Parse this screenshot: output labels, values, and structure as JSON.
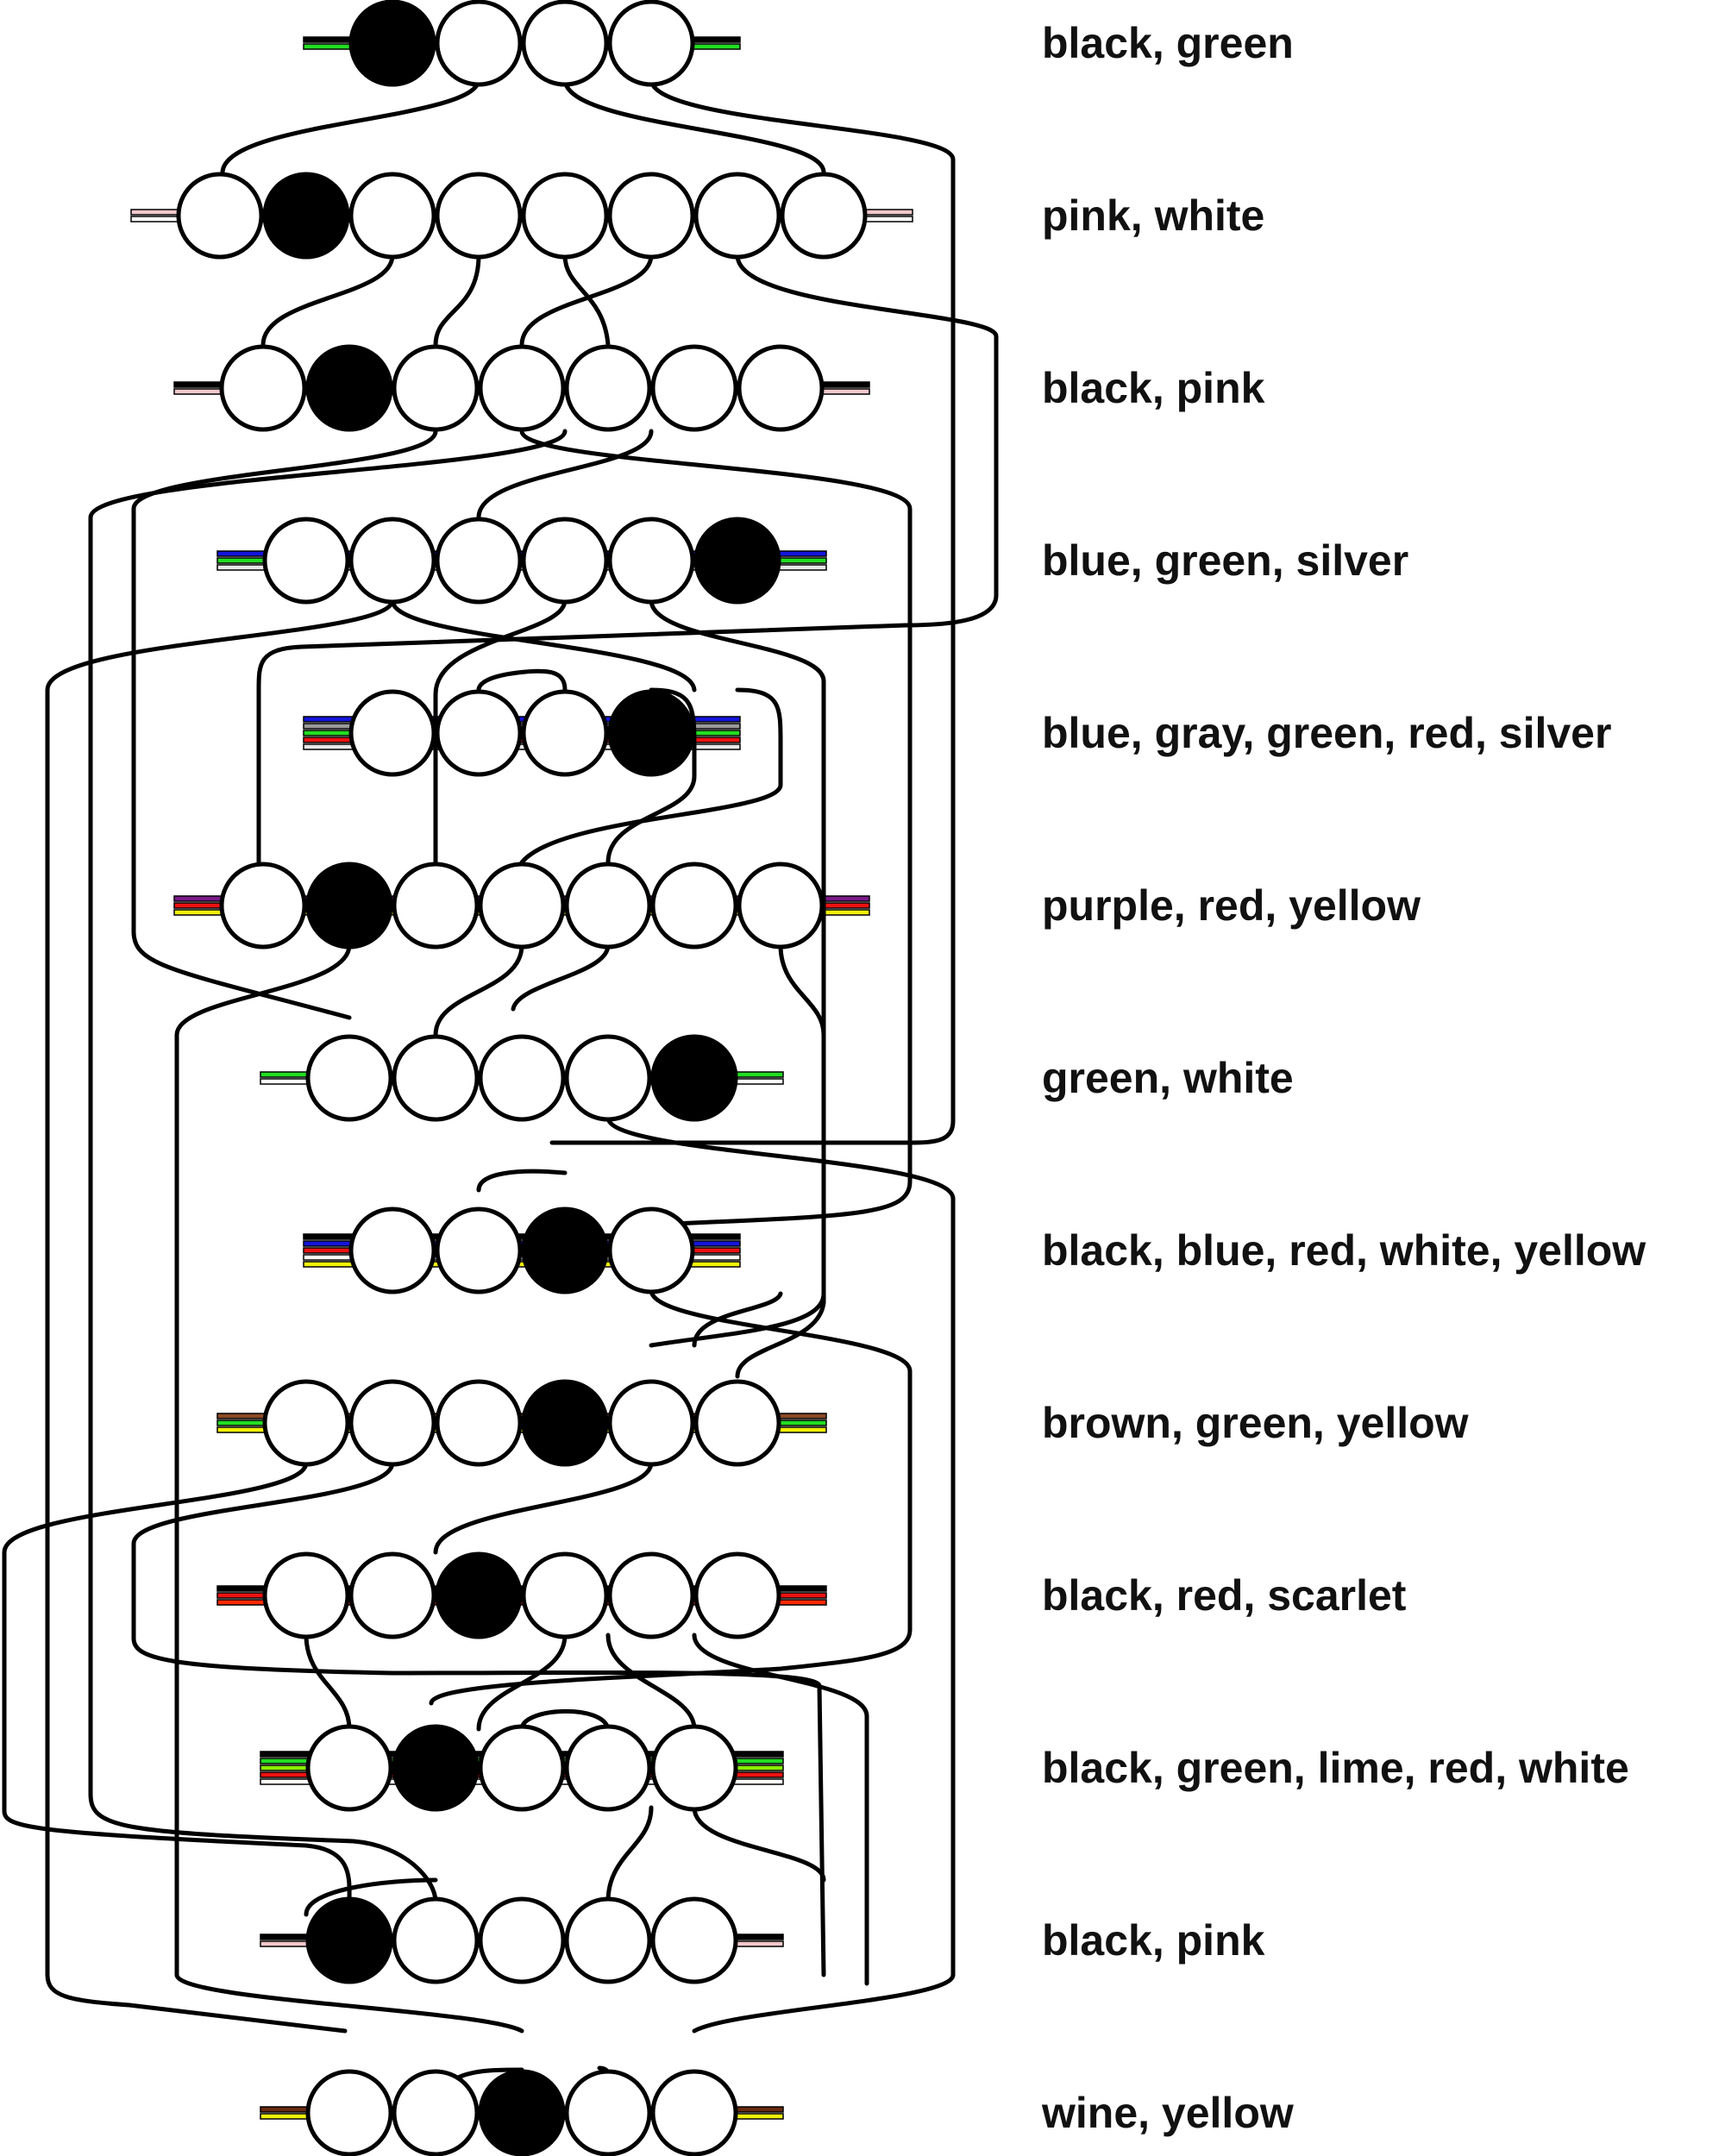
{
  "colors": {
    "black": "#000000",
    "green": "#22dd22",
    "pink": "#f2c8cc",
    "white": "#ffffff",
    "blue": "#1515dd",
    "silver": "#e8e8e8",
    "gray": "#9a9a9a",
    "red": "#ee1111",
    "purple": "#7a1a8a",
    "yellow": "#f2f20a",
    "brown": "#8b4a25",
    "scarlet": "#ff2a00",
    "lime": "#88ee00",
    "wine": "#6a2a10"
  },
  "rows": [
    {
      "label": "black, green",
      "bead_count": 4,
      "filled_bead": 1,
      "start_bead": 1,
      "wires": [
        "black",
        "green"
      ]
    },
    {
      "label": "pink, white",
      "bead_count": 8,
      "filled_bead": 2,
      "start_bead": 1,
      "wires": [
        "pink",
        "white"
      ]
    },
    {
      "label": "black, pink",
      "bead_count": 7,
      "filled_bead": 2,
      "start_bead": 1,
      "wires": [
        "black",
        "pink"
      ]
    },
    {
      "label": "blue, green, silver",
      "bead_count": 6,
      "filled_bead": 6,
      "start_bead": 1,
      "wires": [
        "blue",
        "green",
        "silver"
      ]
    },
    {
      "label": "blue, gray, green, red, silver",
      "bead_count": 4,
      "filled_bead": 4,
      "start_bead": 1,
      "wires": [
        "blue",
        "gray",
        "green",
        "red",
        "silver"
      ]
    },
    {
      "label": "purple, red, yellow",
      "bead_count": 7,
      "filled_bead": 2,
      "start_bead": 1,
      "wires": [
        "purple",
        "red",
        "yellow"
      ]
    },
    {
      "label": "green, white",
      "bead_count": 5,
      "filled_bead": 5,
      "start_bead": 1,
      "wires": [
        "green",
        "white"
      ]
    },
    {
      "label": "black, blue, red, white, yellow",
      "bead_count": 4,
      "filled_bead": 3,
      "start_bead": 1,
      "wires": [
        "black",
        "blue",
        "red",
        "white",
        "yellow"
      ]
    },
    {
      "label": "brown, green, yellow",
      "bead_count": 6,
      "filled_bead": 4,
      "start_bead": 1,
      "wires": [
        "brown",
        "green",
        "yellow"
      ]
    },
    {
      "label": "black, red, scarlet",
      "bead_count": 6,
      "filled_bead": 3,
      "start_bead": 1,
      "wires": [
        "black",
        "red",
        "scarlet"
      ]
    },
    {
      "label": "black, green, lime, red, white",
      "bead_count": 5,
      "filled_bead": 2,
      "start_bead": 1,
      "wires": [
        "black",
        "green",
        "lime",
        "red",
        "white"
      ]
    },
    {
      "label": "black, pink",
      "bead_count": 5,
      "filled_bead": 1,
      "start_bead": 1,
      "wires": [
        "black",
        "pink"
      ]
    },
    {
      "label": "wine, yellow",
      "bead_count": 5,
      "filled_bead": 3,
      "start_bead": 1,
      "wires": [
        "wine",
        "yellow"
      ]
    }
  ]
}
